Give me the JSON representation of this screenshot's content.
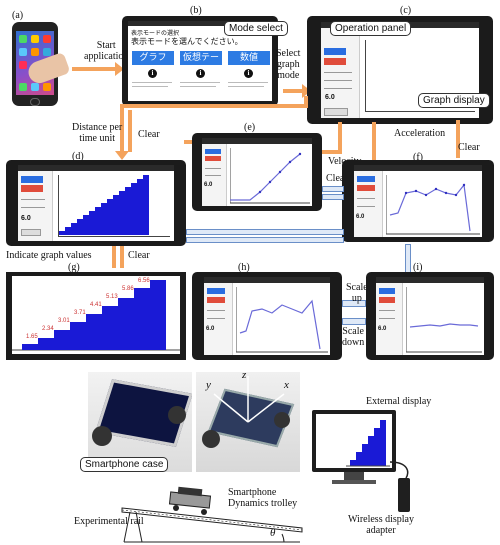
{
  "panels": {
    "a": "(a)",
    "b": "(b)",
    "c": "(c)",
    "d": "(d)",
    "e": "(e)",
    "f": "(f)",
    "g": "(g)",
    "h": "(h)",
    "i": "(i)"
  },
  "labels": {
    "start_application": "Start\napplication",
    "select_graph_mode": "Select\ngraph\nmode",
    "mode_select": "Mode select",
    "operation_panel": "Operation panel",
    "graph_display": "Graph display",
    "distance_per_time_unit": "Distance per\ntime unit",
    "clear": "Clear",
    "velocity": "Velocity",
    "acceleration": "Acceleration",
    "indicate_graph_values": "Indicate graph values",
    "scale_up": "Scale\nup",
    "scale_down": "Scale\ndown",
    "external_display": "External display",
    "smartphone_case": "Smartphone case",
    "smartphone": "Smartphone",
    "dynamics_trolley": "Dynamics trolley",
    "experimental_rail": "Experimental rail",
    "wireless_display_adapter": "Wireless display\nadapter",
    "axis_x": "x",
    "axis_y": "y",
    "axis_z": "z",
    "angle": "θ"
  },
  "mode_screen": {
    "title": "表示モードの選択",
    "prompt": "表示モードを選んでください。",
    "buttons": [
      "グラフ",
      "仮想テープ",
      "数値"
    ]
  },
  "graph_values": [
    "1.65",
    "2.34",
    "3.01",
    "3.71",
    "4.41",
    "5.13",
    "5.86",
    "6.56"
  ],
  "colors": {
    "accent_orange": "#f4a35c",
    "tablet_bezel": "#1b1b1b",
    "bar_blue": "#1a1ad6",
    "button_blue": "#2d7be3",
    "link_blue": "#6a8fc8"
  }
}
